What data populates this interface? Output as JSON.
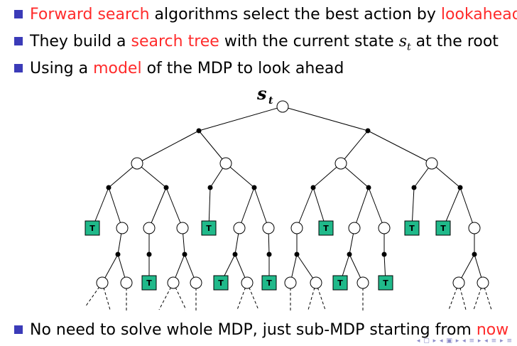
{
  "bullets": [
    {
      "segments": [
        {
          "text": "Forward search",
          "hl": true
        },
        {
          "text": " algorithms select the best action by ",
          "hl": false
        },
        {
          "text": "lookahead",
          "hl": true
        }
      ]
    },
    {
      "segments": [
        {
          "text": "They build a ",
          "hl": false
        },
        {
          "text": "search tree",
          "hl": true
        },
        {
          "text": " with the current state ",
          "hl": false
        },
        {
          "text": "s",
          "hl": false,
          "math": true,
          "sub": "t"
        },
        {
          "text": " at the root",
          "hl": false
        }
      ]
    },
    {
      "segments": [
        {
          "text": "Using a ",
          "hl": false
        },
        {
          "text": "model",
          "hl": true
        },
        {
          "text": " of the MDP to look ahead",
          "hl": false
        }
      ]
    }
  ],
  "bottom_bullet": {
    "segments": [
      {
        "text": "No need to solve whole MDP, just sub-MDP starting from ",
        "hl": false
      },
      {
        "text": "now",
        "hl": true
      }
    ]
  },
  "tree": {
    "root_label": "s",
    "root_label_sub": "t",
    "terminal_label": "T",
    "colors": {
      "terminal_fill": "#20b98a",
      "bullet_square": "#3b3bb8",
      "highlight": "#ff2b2b"
    }
  },
  "nav_glyphs": "◂ ▢ ▸ ◂ ▣ ▸ ◂ ≡ ▸ ◂ ≡ ▸ ≡"
}
